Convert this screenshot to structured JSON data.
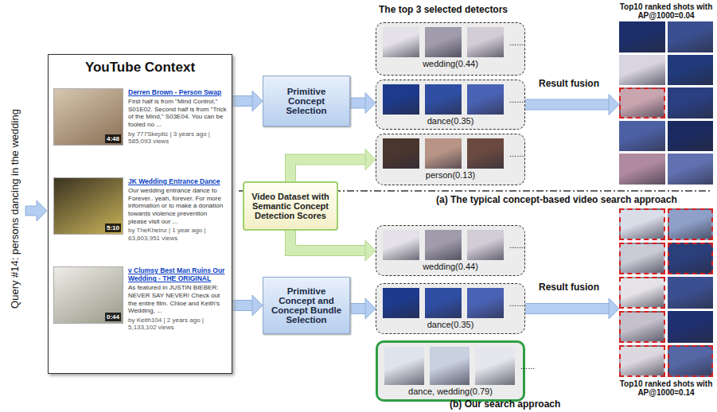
{
  "diagram": {
    "nodes": [
      {
        "text": [
          "YouTube Context",
          "Derren Brown - Person Swap",
          "First half is from \"Mind Control,\" S01E02. Second half is from \"Trick of the Mind,\" S03E04. You can be fooled no ...",
          "by 777Skeptic | 3 years ago | 585,093 views",
          "4:48",
          "JK Wedding Entrance Dance",
          "Our wedding entrance dance to Forever.. yeah, forever. For more information or to make a donation towards violence prevention please visit our ...",
          "by TheKheinz | 1 year ago | 63,603,951 views",
          "5:10",
          "v Clumsy Best Man Ruins Our Wedding - THE ORIGINAL",
          "As featured in JUSTIN BIEBER: NEVER SAY NEVER! Check out the entire film. Chloe and Keith's Wedding, ...",
          "by Keith104 | 2 years ago | 5,133,102 views",
          "0:44"
        ]
      },
      {
        "text": [
          "Primitive Concept Selection"
        ]
      },
      {
        "text": [
          "Video Dataset with Semantic Concept Detection Scores"
        ]
      },
      {
        "text": [
          "Primitive Concept and Concept Bundle Selection"
        ]
      },
      {
        "text": [
          "......",
          "wedding(0.44)"
        ]
      },
      {
        "text": [
          "......",
          "dance(0.35)"
        ]
      },
      {
        "text": [
          "......",
          "person(0.13)"
        ]
      },
      {
        "text": [
          "Top10 ranked shots with AP@1000=0.04"
        ]
      },
      {
        "text": [
          "......",
          "wedding(0.44)"
        ]
      },
      {
        "text": [
          "......",
          "dance(0.35)"
        ]
      },
      {
        "text": [
          "......",
          "dance, wedding(0.79)"
        ]
      },
      {
        "text": [
          "Top10 ranked shots with AP@1000=0.14"
        ]
      }
    ],
    "edges": [
      {
        "from": 0,
        "to": 1,
        "arrow": "to"
      },
      {
        "from": 0,
        "to": 3,
        "arrow": "to"
      },
      {
        "from": 1,
        "to": 5,
        "arrow": "to"
      },
      {
        "from": 2,
        "to": 6,
        "arrow": "to"
      },
      {
        "from": 2,
        "to": 8,
        "arrow": "to"
      },
      {
        "from": 3,
        "to": 9,
        "arrow": "to"
      },
      {
        "from": 5,
        "to": 7,
        "label": "Result fusion",
        "arrow": "to"
      },
      {
        "from": 9,
        "to": 11,
        "label": "Result fusion",
        "arrow": "to"
      }
    ],
    "labels": [
      "Query #14: persons dancing in the wedding",
      "The top 3 selected detectors",
      "(a) The typical concept-based video search approach",
      "(b) Our search approach"
    ]
  }
}
